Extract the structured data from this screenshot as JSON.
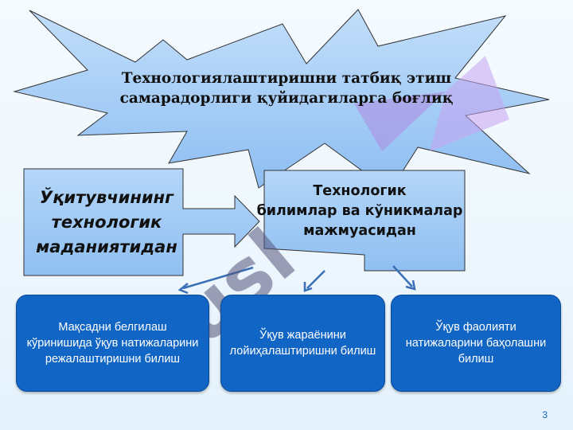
{
  "title_lines": [
    "Технологиялаштиришни татбиқ этиш",
    "самарадорлиги қуйидагиларга боғлиқ"
  ],
  "left_lines": [
    "Ўқитувчининг",
    "технологик",
    "маданиятидан"
  ],
  "right_lines": [
    "Технологик",
    "билимлар ва кўникмалар",
    "мажмуасидан"
  ],
  "boxes": [
    {
      "text": "Мақсадни белгилаш кўринишида ўқув натижаларини режалаштиришни билиш"
    },
    {
      "text": "Ўқув жараёнини лойиҳалаштиришни билиш"
    },
    {
      "text": "Ўқув фаолияти натижаларини баҳолашни билиш"
    }
  ],
  "page_number": "3",
  "colors": {
    "shape_fill": "#9ec9f5",
    "box_fill": "#1165c4",
    "watermark": "#6a6a8c"
  }
}
